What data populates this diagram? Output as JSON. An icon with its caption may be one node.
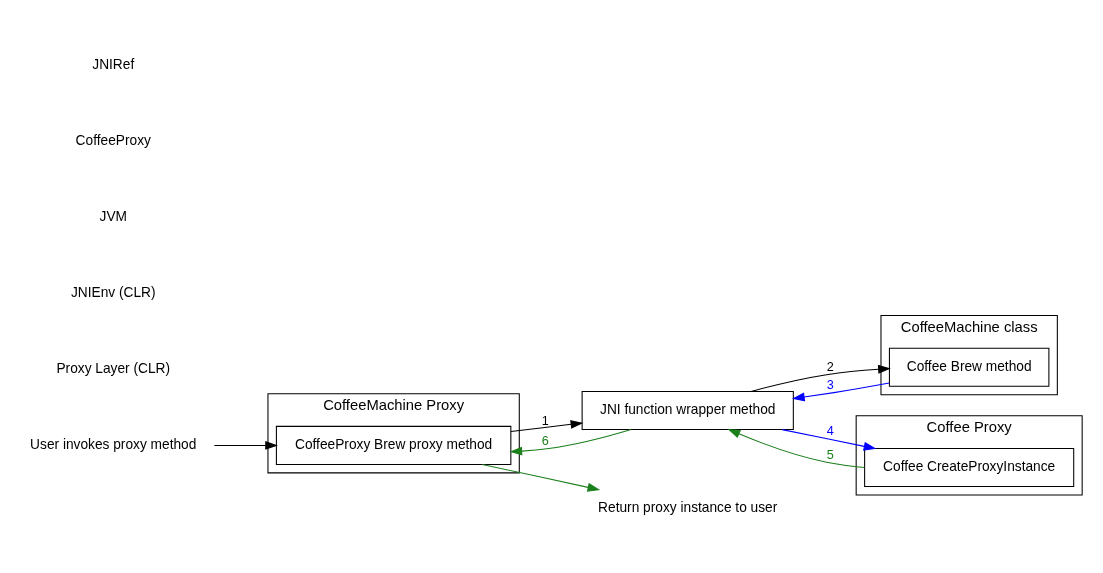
{
  "diagram": {
    "nodes": [
      {
        "text": [
          "CoffeeMachine Proxy"
        ]
      },
      {
        "text": [
          "CoffeeProxy Brew proxy method"
        ],
        "in": 0
      },
      {
        "text": [
          "JNI function wrapper method"
        ]
      },
      {
        "text": [
          "CoffeeMachine class"
        ]
      },
      {
        "text": [
          "Coffee Brew method"
        ],
        "in": 3
      },
      {
        "text": [
          "Coffee Proxy"
        ]
      },
      {
        "text": [
          "Coffee CreateProxyInstance"
        ],
        "in": 5
      },
      {
        "text": [
          "User invokes proxy method"
        ]
      },
      {
        "text": [
          "Return proxy instance to user"
        ]
      }
    ],
    "edges": [
      {
        "from": 7,
        "to": 1,
        "arrow": "to"
      },
      {
        "from": 1,
        "to": 2,
        "arrow": "to",
        "label": "1"
      },
      {
        "from": 2,
        "to": 4,
        "arrow": "to",
        "label": "2"
      },
      {
        "from": 4,
        "to": 2,
        "arrow": "to",
        "label": "3",
        "color": "#0000ff"
      },
      {
        "from": 2,
        "to": 6,
        "arrow": "to",
        "label": "4",
        "color": "#0000ff"
      },
      {
        "from": 6,
        "to": 2,
        "arrow": "to",
        "label": "5",
        "color": "#1a7f1a"
      },
      {
        "from": 2,
        "to": 1,
        "arrow": "to",
        "label": "6",
        "color": "#1a7f1a"
      },
      {
        "from": 1,
        "to": 8,
        "arrow": "to",
        "color": "#1a7f1a"
      }
    ],
    "labels": [
      "Proxy Layer (CLR)",
      "JNIEnv (CLR)",
      "JVM",
      "CoffeeProxy",
      "JNIRef"
    ]
  }
}
